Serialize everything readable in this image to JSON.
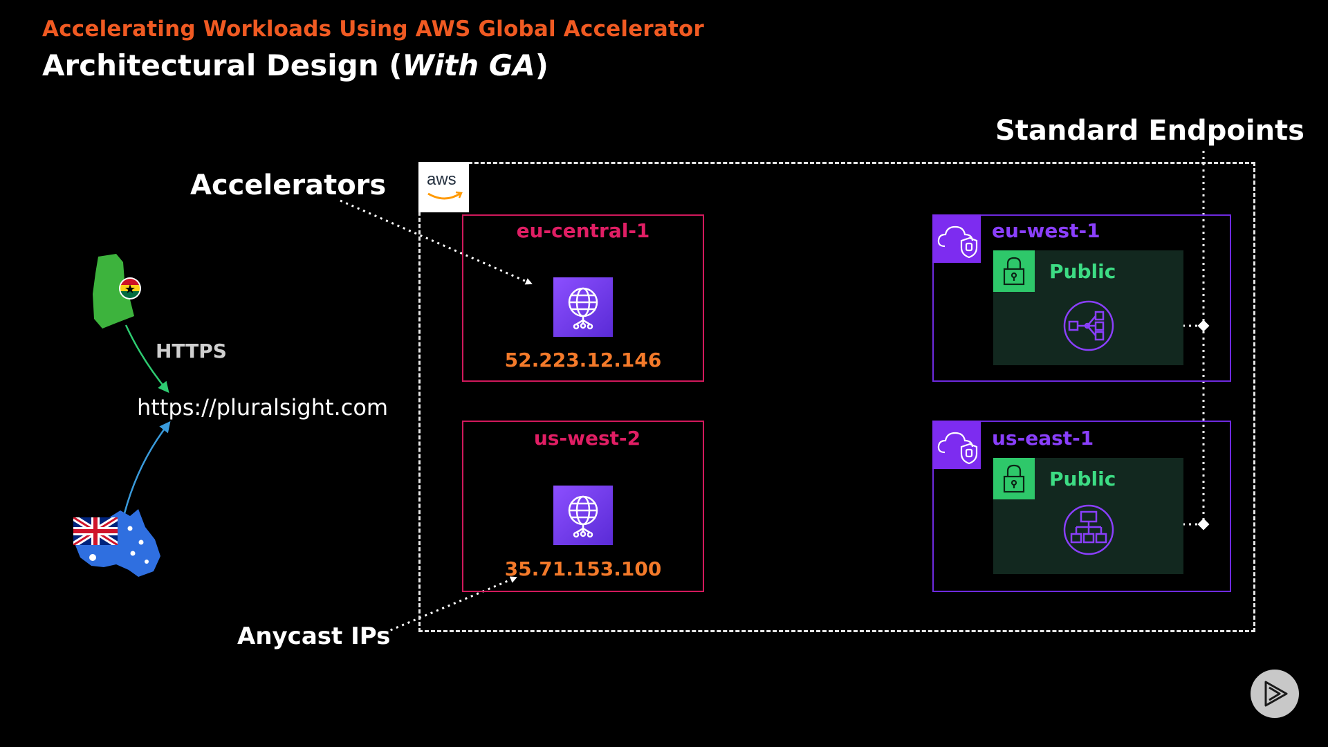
{
  "header": {
    "subtitle": "Accelerating Workloads Using AWS Global Accelerator",
    "title_main": "Architectural Design (",
    "title_italic": "With GA",
    "title_end": ")"
  },
  "labels": {
    "accelerators": "Accelerators",
    "anycast_ips": "Anycast IPs",
    "standard_endpoints": "Standard Endpoints",
    "https": "HTTPS",
    "url": "https://pluralsight.com",
    "aws_logo": "aws"
  },
  "accelerator_regions": [
    {
      "name": "eu-central-1",
      "ip": "52.223.12.146"
    },
    {
      "name": "us-west-2",
      "ip": "35.71.153.100"
    }
  ],
  "endpoint_regions": [
    {
      "name": "eu-west-1",
      "subnet": "Public",
      "endpoint_icon": "network-load-balancer-icon"
    },
    {
      "name": "us-east-1",
      "subnet": "Public",
      "endpoint_icon": "application-load-balancer-icon"
    }
  ],
  "icons": {
    "accelerator": "global-accelerator-icon",
    "vpc": "vpc-cloud-icon",
    "subnet": "lock-icon",
    "play": "play-icon"
  },
  "colors": {
    "subtitle": "#f05a22",
    "region_border": "#d1195c",
    "region_name": "#e01e64",
    "ip": "#f47a2a",
    "vpc_border": "#6e2adf",
    "vpc_name": "#8a3ffc",
    "subnet_bg": "#12281f",
    "subnet_name": "#3ddc84"
  }
}
